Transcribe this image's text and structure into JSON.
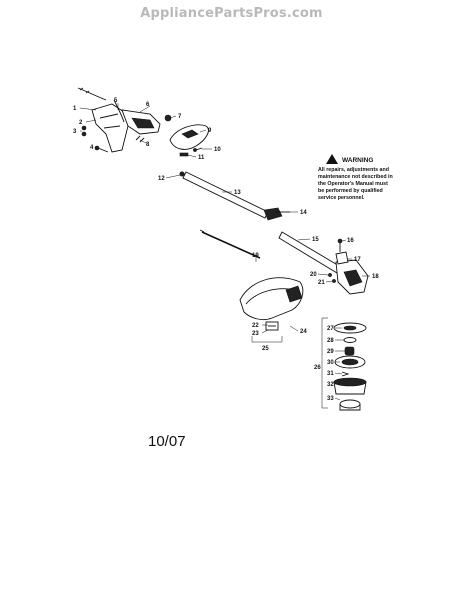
{
  "header": {
    "site": "AppliancePartsPros.com"
  },
  "warning": {
    "title": "WARNING",
    "lines": [
      "All repairs, adjustments and",
      "maintenance not described in",
      "the Operator's Manual must",
      "be performed by qualified",
      "service personnel."
    ]
  },
  "parts": {
    "p1": "1",
    "p2": "2",
    "p3": "3",
    "p4": "4",
    "p5": "5",
    "p6": "6",
    "p7": "7",
    "p8": "8",
    "p9": "9",
    "p10": "10",
    "p11": "11",
    "p12": "12",
    "p13": "13",
    "p14": "14",
    "p15": "15",
    "p16": "16",
    "p17": "17",
    "p18": "18",
    "p19": "19",
    "p20": "20",
    "p21": "21",
    "p22": "22",
    "p23": "23",
    "p24": "24",
    "p25": "25",
    "p26": "26",
    "p27": "27",
    "p28": "28",
    "p29": "29",
    "p30": "30",
    "p31": "31",
    "p32": "32",
    "p33": "33"
  },
  "date_code": "10/07"
}
